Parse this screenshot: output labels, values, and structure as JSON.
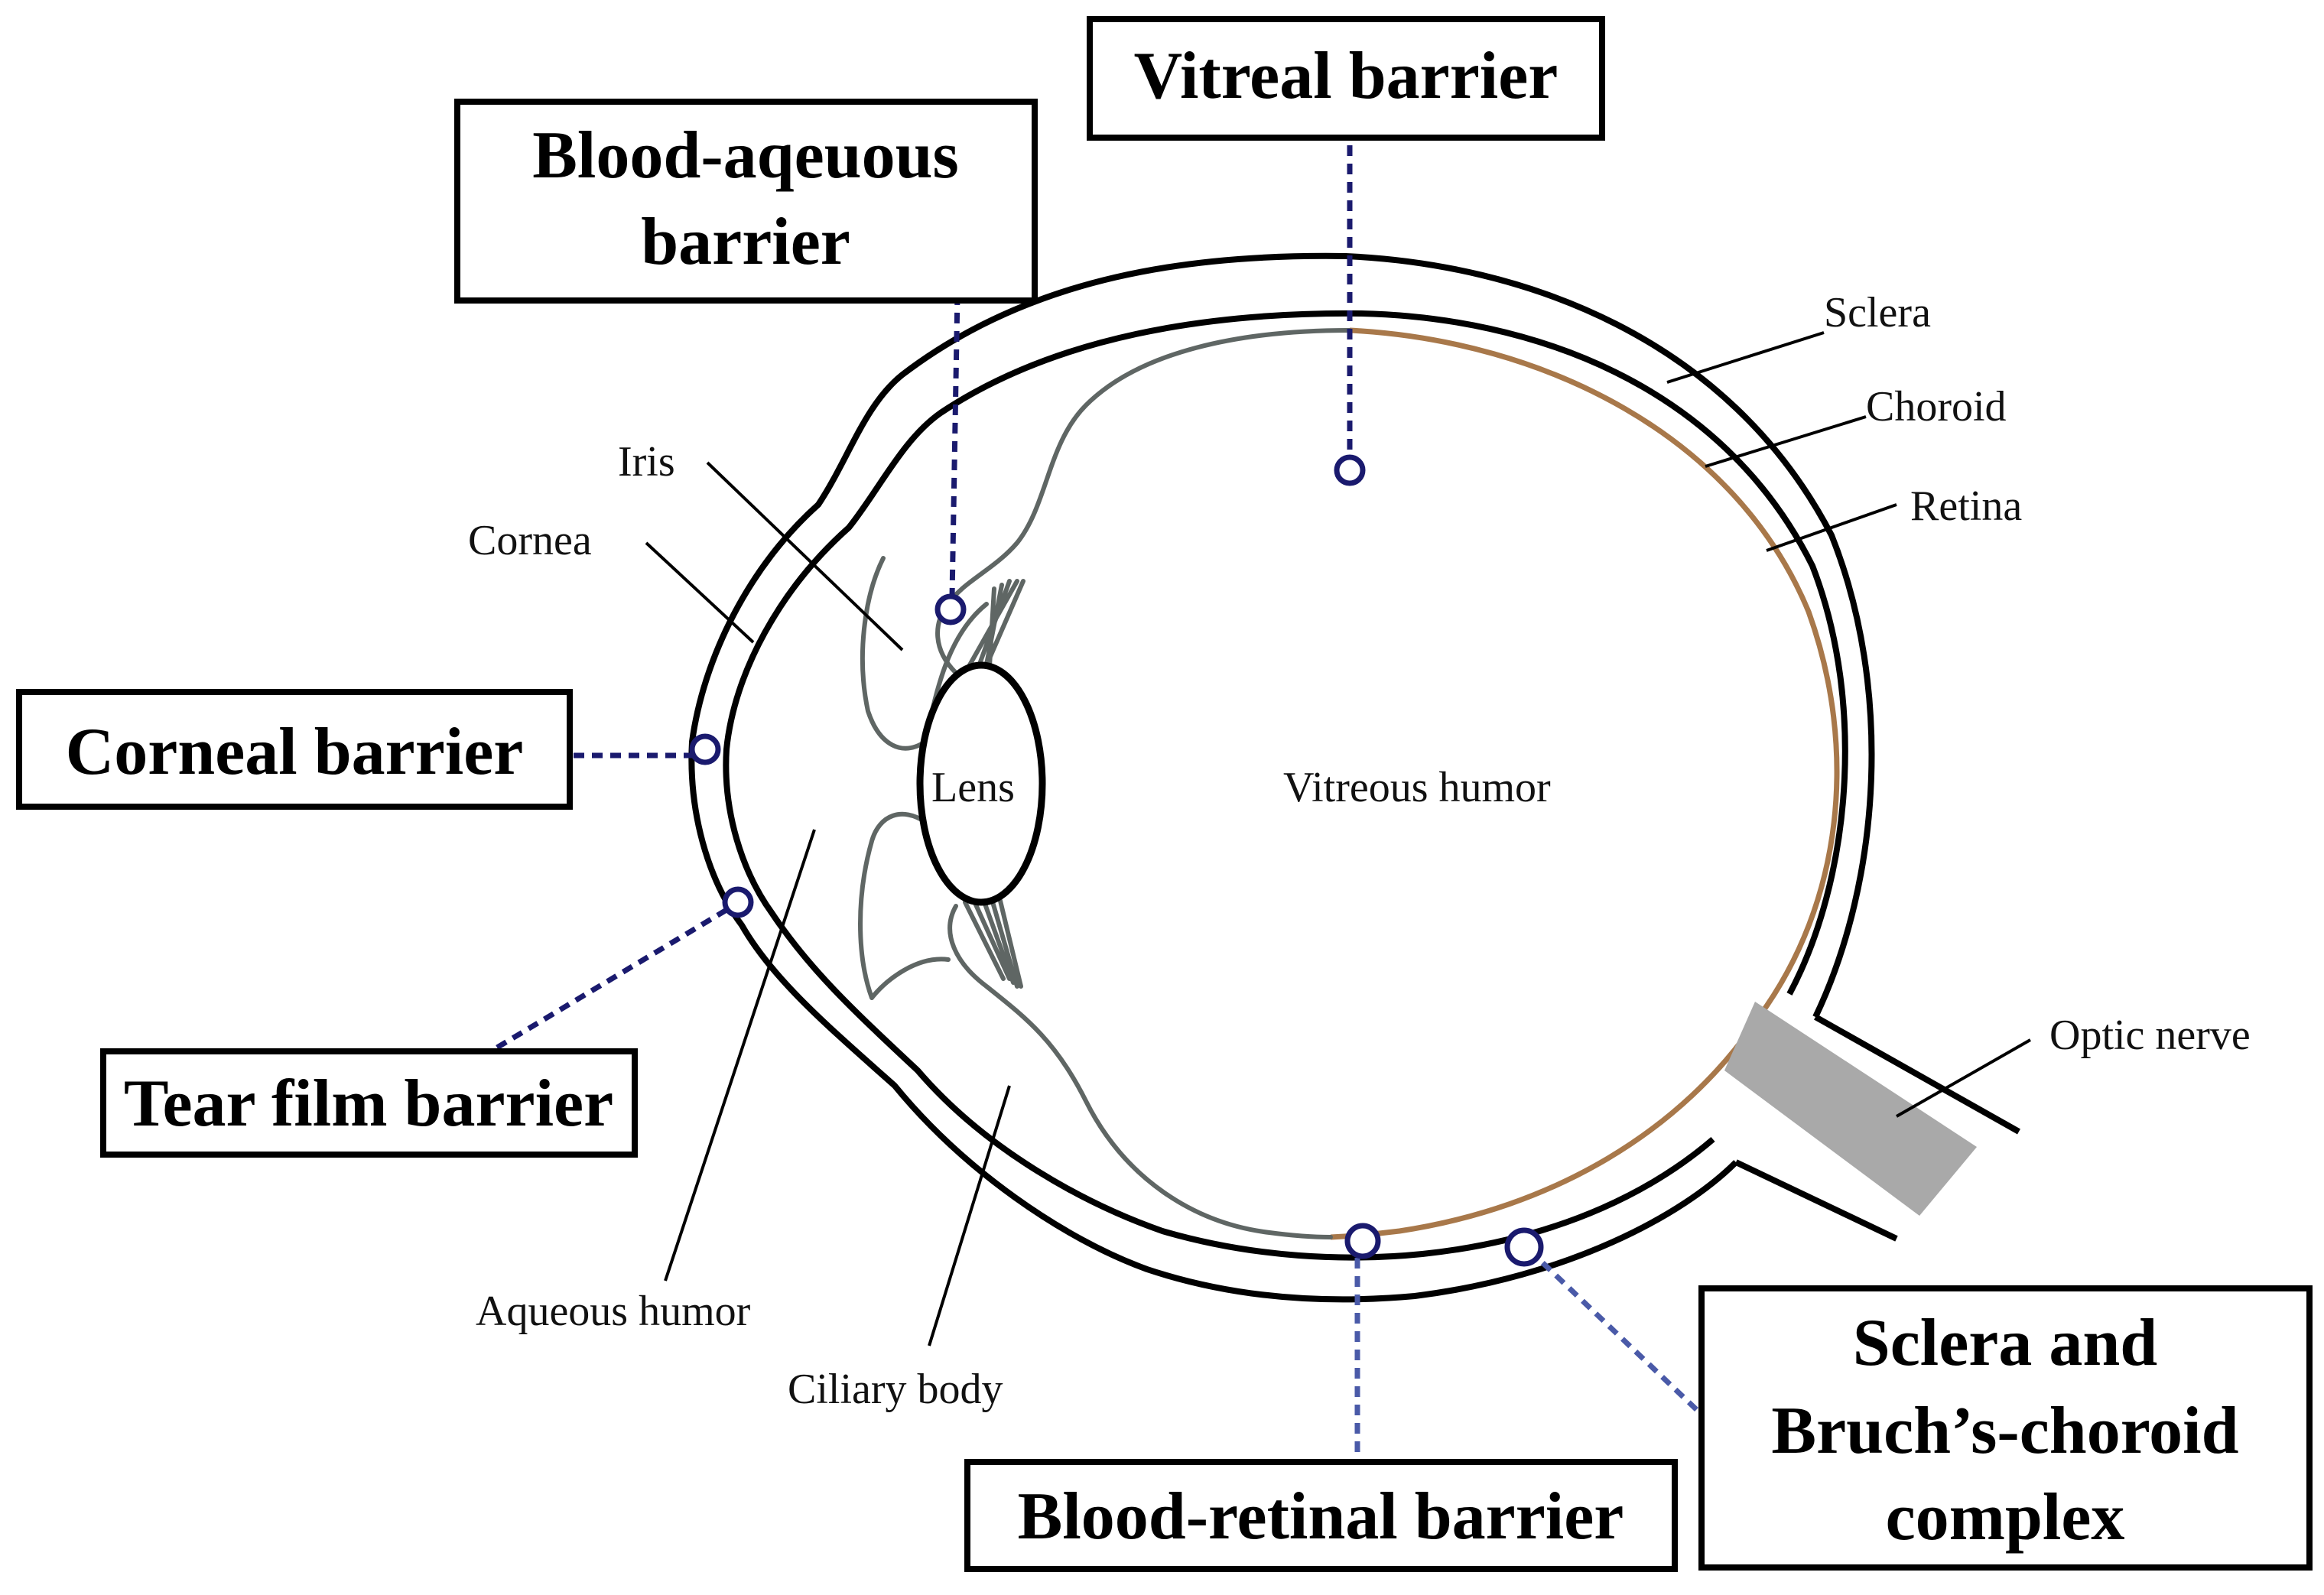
{
  "labels": {
    "sclera": "Sclera",
    "choroid": "Choroid",
    "retina": "Retina",
    "iris": "Iris",
    "cornea": "Cornea",
    "lens": "Lens",
    "vitreous_humor": "Vitreous humor",
    "optic_nerve": "Optic nerve",
    "aqueous_humor": "Aqueous humor",
    "ciliary_body": "Ciliary body"
  },
  "barriers": {
    "vitreal": "Vitreal barrier",
    "blood_aqueous_line1": "Blood-aqeuous",
    "blood_aqueous_line2": "barrier",
    "corneal": "Corneal barrier",
    "tear_film": "Tear film barrier",
    "blood_retinal": "Blood-retinal barrier",
    "sclera_bruch_line1": "Sclera and",
    "sclera_bruch_line2": "Bruch’s-choroid",
    "sclera_bruch_line3": "complex"
  },
  "colors": {
    "outline": "#000000",
    "retina": "#a8784a",
    "inner_structures": "#5f6664",
    "optic_nerve_fill": "#a9a9a9",
    "barrier_marker": "#1a1a6e",
    "dashed_leader_dark": "#1a1a6e",
    "dashed_leader_light": "#4a5aa8"
  }
}
